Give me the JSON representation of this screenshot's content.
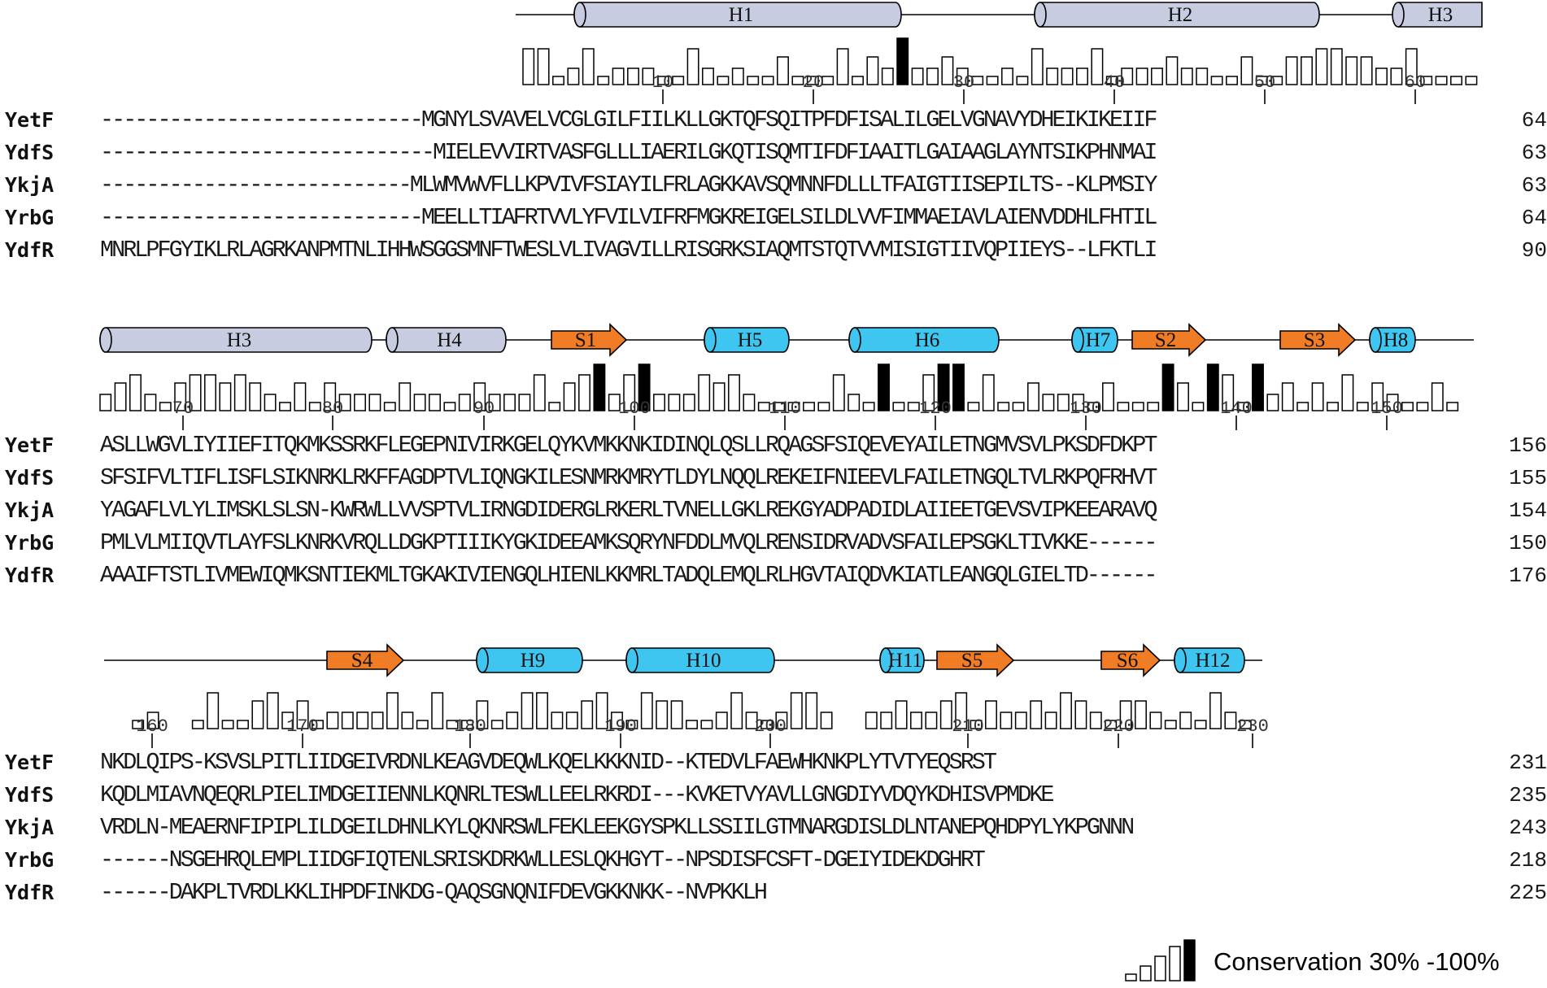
{
  "colors": {
    "helix_gray": "#c8cce0",
    "helix_blue": "#3fc6f0",
    "strand_orange": "#f07d26",
    "outline": "#000000",
    "conservation_full": "#000000",
    "conservation_partial": "#ffffff"
  },
  "legend": {
    "label": "Conservation 30% -100%"
  },
  "blocks": [
    {
      "id": "block-1",
      "ruler": [
        "10",
        "20",
        "30",
        "40",
        "50",
        "60"
      ],
      "secondary_structure": [
        {
          "type": "helix",
          "label": "H1",
          "color": "gray"
        },
        {
          "type": "helix",
          "label": "H2",
          "color": "gray"
        },
        {
          "type": "helix",
          "label": "H3",
          "color": "gray"
        }
      ],
      "alignment": [
        {
          "name": "YetF",
          "seq": "----------------------------MGNYLSVAVELVCGLGILFIILKLLGKTQFSQITPFDFISALILGELVGNAVYDHEIKIKEIIF",
          "end": "64"
        },
        {
          "name": "YdfS",
          "seq": "-----------------------------MIELEVVIRTVASFGLLLIAERILGKQTISQMTIFDFIAAITLGAIAAGLAYNTSIKPHNMAI",
          "end": "63"
        },
        {
          "name": "YkjA",
          "seq": "---------------------------MLWMVWVFLLKPVIVFSIAYILFRLAGKKAVSQMNNFDLLLTFAIGTIISEPILTS--KLPMSIY",
          "end": "63"
        },
        {
          "name": "YrbG",
          "seq": "----------------------------MEELLTIAFRTVVLYFVILVIFRFMGKREIGELSILDLVVFIMMAEIAVLAIENVDDHLFHTIL",
          "end": "64"
        },
        {
          "name": "YdfR",
          "seq": "MNRLPFGYIKLRLAGRKANPMTNLIHHWSGGSMNFTWESLVLIVAGVILLRISGRKSIAQMTSTQTVVMISIGTIIVQPIIEYS--LFKTLI",
          "end": "90"
        }
      ]
    },
    {
      "id": "block-2",
      "ruler": [
        "70",
        "80",
        "90",
        "100",
        "110",
        "120",
        "130",
        "140",
        "150"
      ],
      "secondary_structure": [
        {
          "type": "helix",
          "label": "H3",
          "color": "gray"
        },
        {
          "type": "helix",
          "label": "H4",
          "color": "gray"
        },
        {
          "type": "strand",
          "label": "S1",
          "color": "orange"
        },
        {
          "type": "helix",
          "label": "H5",
          "color": "blue"
        },
        {
          "type": "helix",
          "label": "H6",
          "color": "blue"
        },
        {
          "type": "helix",
          "label": "H7",
          "color": "blue"
        },
        {
          "type": "strand",
          "label": "S2",
          "color": "orange"
        },
        {
          "type": "strand",
          "label": "S3",
          "color": "orange"
        },
        {
          "type": "helix",
          "label": "H8",
          "color": "blue"
        }
      ],
      "alignment": [
        {
          "name": "YetF",
          "seq": "ASLLWGVLIYIIEFITQKMKSSRKFLEGEPNIVIRKGELQYKVMKKNKIDINQLQSLLRQAGSFSIQEVEYAILETNGMVSVLPKSDFDKPT",
          "end": "156"
        },
        {
          "name": "YdfS",
          "seq": "SFSIFVLTIFLISFLSIKNRKLRKFFAGDPTVLIQNGKILESNMRKMRYTLDYLNQQLREKEIFNIEEVLFAILETNGQLTVLRKPQFRHVT",
          "end": "155"
        },
        {
          "name": "YkjA",
          "seq": "YAGAFLVLYLIMSKLSLSN-KWRWLLVVSPTVLIRNGDIDERGLRKERLTVNELLGKLREKGYADPADIDLAIIEETGEVSVIPKEEARAVQ",
          "end": "154"
        },
        {
          "name": "YrbG",
          "seq": "PMLVLMIIQVTLAYFSLKNRKVRQLLDGKPTIIIKYGKIDEEAMKSQRYNFDDLMVQLRENSIDRVADVSFAILEPSGKLTIVKKE------",
          "end": "150"
        },
        {
          "name": "YdfR",
          "seq": "AAAIFTSTLIVMEWIQMKSNTIEKMLTGKAKIVIENGQLHIENLKKMRLTADQLEMQLRLHGVTAIQDVKIATLEANGQLGIELTD------",
          "end": "176"
        }
      ]
    },
    {
      "id": "block-3",
      "ruler": [
        "160",
        "170",
        "180",
        "190",
        "200",
        "210",
        "220",
        "230"
      ],
      "secondary_structure": [
        {
          "type": "strand",
          "label": "S4",
          "color": "orange"
        },
        {
          "type": "helix",
          "label": "H9",
          "color": "blue"
        },
        {
          "type": "helix",
          "label": "H10",
          "color": "blue"
        },
        {
          "type": "helix",
          "label": "H11",
          "color": "blue"
        },
        {
          "type": "strand",
          "label": "S5",
          "color": "orange"
        },
        {
          "type": "strand",
          "label": "S6",
          "color": "orange"
        },
        {
          "type": "helix",
          "label": "H12",
          "color": "blue"
        }
      ],
      "alignment": [
        {
          "name": "YetF",
          "seq": "NKDLQIPS-KSVSLPITLIIDGEIVRDNLKEAGVDEQWLKQELKKKNID--KTEDVLFAEWHKNKPLYTVTYEQSRST",
          "end": "231"
        },
        {
          "name": "YdfS",
          "seq": "KQDLMIAVNQEQRLPIELIMDGEIIENNLKQNRLTESWLLEELRKRDI---KVKETVYAVLLGNGDIYVDQYKDHISVPMDKE",
          "end": "235"
        },
        {
          "name": "YkjA",
          "seq": "VRDLN-MEAERNFIPIPLILDGEILDHNLKYLQKNRSWLFEKLEEKGYSPKLLSSIILGTMNARGDISLDLNTANEPQHDPYLYKPGNNN",
          "end": "243"
        },
        {
          "name": "YrbG",
          "seq": "------NSGEHRQLEMPLIIDGFIQTENLSRISKDRKWLLESLQKHGYT--NPSDISFCSFT-DGEIYIDEKDGHRT",
          "end": "218"
        },
        {
          "name": "YdfR",
          "seq": "------DAKPLTVRDLKKLIHPDFINKDG-QAQSGNQNIFDEVGKKNKK--NVPKKLH",
          "end": "225"
        }
      ]
    }
  ]
}
